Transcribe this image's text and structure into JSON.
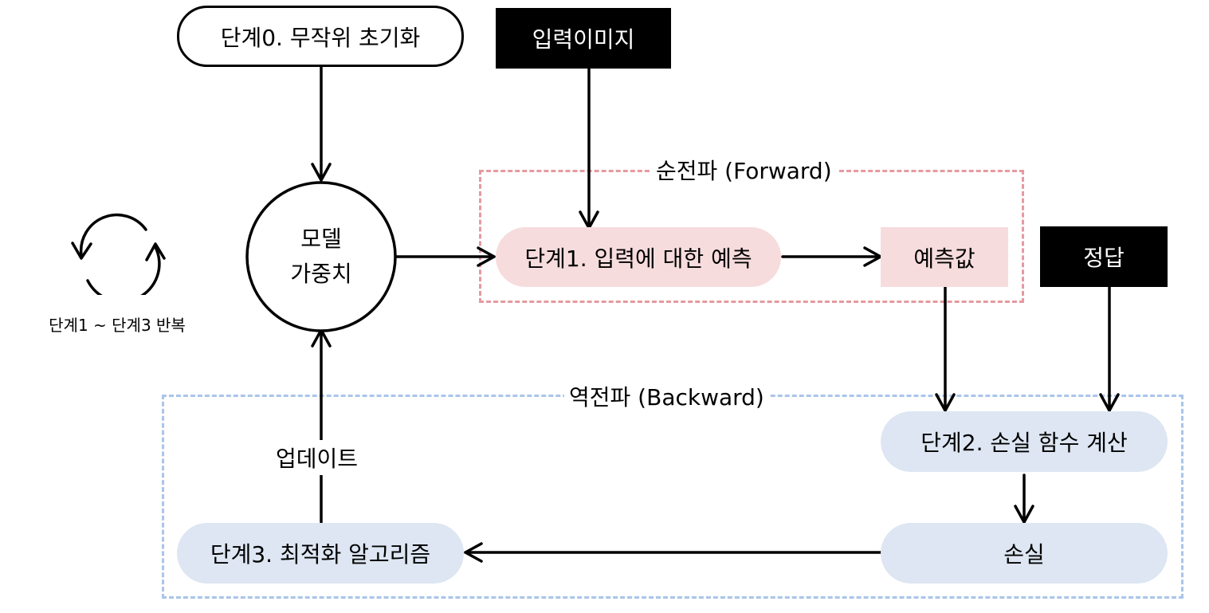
{
  "colors": {
    "forward_fill": "#f7dcdd",
    "forward_border": "#e59aa0",
    "backward_fill": "#dde6f2",
    "backward_border": "#a9c5ea",
    "dark_fill": "#000000",
    "line": "#000000"
  },
  "nodes": {
    "init": "단계0. 무작위 초기화",
    "input_image": "입력이미지",
    "model_line1": "모델",
    "model_line2": "가중치",
    "predict": "단계1. 입력에 대한 예측",
    "prediction": "예측값",
    "answer": "정답",
    "loss_calc": "단계2. 손실 함수 계산",
    "loss": "손실",
    "optimizer": "단계3. 최적화 알고리즘"
  },
  "groups": {
    "forward_label": "순전파 (Forward)",
    "backward_label": "역전파 (Backward)"
  },
  "edge_labels": {
    "update": "업데이트"
  },
  "cycle": {
    "icon": "cycle-icon",
    "label": "단계1 ~ 단계3 반복"
  }
}
